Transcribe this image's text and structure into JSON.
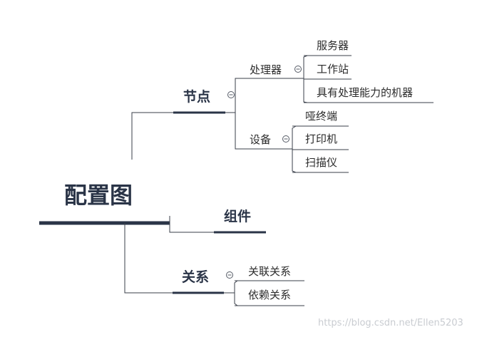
{
  "root": {
    "label": "配置图"
  },
  "branches": {
    "node": {
      "label": "节点",
      "children": {
        "processor": {
          "label": "处理器",
          "leaves": [
            "服务器",
            "工作站",
            "具有处理能力的机器"
          ]
        },
        "device": {
          "label": "设备",
          "leaves": [
            "哑终端",
            "打印机",
            "扫描仪"
          ]
        }
      }
    },
    "component": {
      "label": "组件"
    },
    "relation": {
      "label": "关系",
      "leaves": [
        "关联关系",
        "依赖关系"
      ]
    }
  },
  "icons": {
    "collapse": "collapse-minus-icon"
  },
  "colors": {
    "main_branch": "#2a3447",
    "text": "#2b2b2b",
    "watermark": "#c9ccd1"
  },
  "watermark": "https://blog.csdn.net/Ellen5203"
}
